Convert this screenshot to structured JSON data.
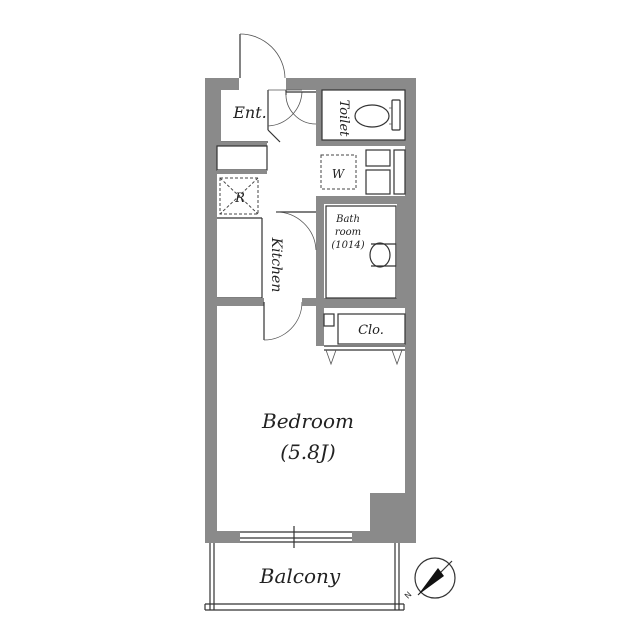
{
  "rooms": {
    "entrance": "Ent.",
    "toilet": "Toilet",
    "washer": "W",
    "refrigerator": "R",
    "kitchen": "Kitchen",
    "bath_line1": "Bath",
    "bath_line2": "room",
    "bath_size": "(1014)",
    "closet": "Clo.",
    "bedroom": "Bedroom",
    "bedroom_size": "(5.8J)",
    "balcony": "Balcony"
  },
  "compass": {
    "north_label": "N"
  }
}
